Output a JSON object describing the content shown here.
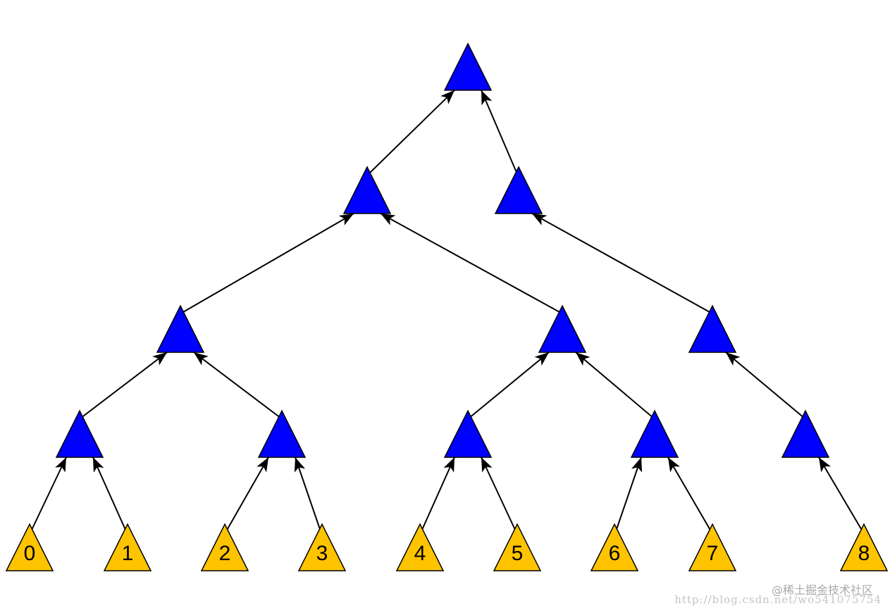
{
  "tree": {
    "internal_fill": "#0000ff",
    "leaf_fill": "#ffc400",
    "stroke": "#000000",
    "edge_direction": "child-to-parent",
    "nodes": [
      {
        "id": "root",
        "parent": null
      },
      {
        "id": "a",
        "parent": "root"
      },
      {
        "id": "b",
        "parent": "root"
      },
      {
        "id": "c",
        "parent": "a"
      },
      {
        "id": "d",
        "parent": "a"
      },
      {
        "id": "e",
        "parent": "b"
      },
      {
        "id": "f",
        "parent": "c"
      },
      {
        "id": "g",
        "parent": "c"
      },
      {
        "id": "h",
        "parent": "d"
      },
      {
        "id": "i",
        "parent": "d"
      },
      {
        "id": "j",
        "parent": "e"
      },
      {
        "id": "leaf0",
        "parent": "f",
        "label": "0"
      },
      {
        "id": "leaf1",
        "parent": "f",
        "label": "1"
      },
      {
        "id": "leaf2",
        "parent": "g",
        "label": "2"
      },
      {
        "id": "leaf3",
        "parent": "g",
        "label": "3"
      },
      {
        "id": "leaf4",
        "parent": "h",
        "label": "4"
      },
      {
        "id": "leaf5",
        "parent": "h",
        "label": "5"
      },
      {
        "id": "leaf6",
        "parent": "i",
        "label": "6"
      },
      {
        "id": "leaf7",
        "parent": "i",
        "label": "7"
      },
      {
        "id": "leaf8",
        "parent": "j",
        "label": "8"
      }
    ]
  },
  "watermark": {
    "site": "@稀土掘金技术社区",
    "url": "http://blog.csdn.net/wo541075754"
  }
}
